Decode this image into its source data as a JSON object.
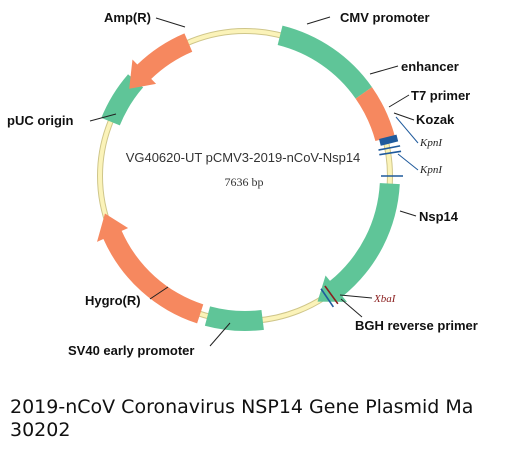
{
  "plasmid": {
    "name": "VG40620-UT pCMV3-2019-nCoV-Nsp14",
    "size_label": "7636 bp",
    "colors": {
      "backbone": "#fbf3b9",
      "backbone_edge": "#cfc68a",
      "orange": "#f6885f",
      "green": "#5fc598",
      "site_blue": "#1f5a9c",
      "xba_red": "#8b1f1f"
    }
  },
  "features": [
    {
      "name": "CMV promoter",
      "label": "CMV promoter",
      "color": "green",
      "start_deg": 14,
      "end_deg": 55,
      "arrow": false
    },
    {
      "name": "enhancer",
      "label": "enhancer",
      "color": "orange",
      "start_deg": 55,
      "end_deg": 75,
      "arrow": false
    },
    {
      "name": "Nsp14",
      "label": "Nsp14",
      "color": "green",
      "start_deg": 93,
      "end_deg": 150,
      "arrow": true
    },
    {
      "name": "SV40 early promoter",
      "label": "SV40 early promoter",
      "color": "green",
      "start_deg": 173,
      "end_deg": 195,
      "arrow": false
    },
    {
      "name": "Hygro(R)",
      "label": "Hygro(R)",
      "color": "orange",
      "start_deg": 198,
      "end_deg": 255,
      "arrow": true
    },
    {
      "name": "pUC origin",
      "label": "pUC origin",
      "color": "green",
      "start_deg": 292,
      "end_deg": 311,
      "arrow": false
    },
    {
      "name": "Amp(R)",
      "label": "Amp(R)",
      "color": "orange",
      "start_deg": 337,
      "end_deg": 307,
      "arrow": true
    }
  ],
  "markers": [
    {
      "name": "T7 primer",
      "label": "T7 primer",
      "type": "bar",
      "deg": 76
    },
    {
      "name": "Kozak",
      "label": "Kozak",
      "type": "tick",
      "deg": 79
    },
    {
      "name": "KpnI-1",
      "label": "KpnI",
      "type": "tick",
      "deg": 81
    },
    {
      "name": "KpnI-2",
      "label": "KpnI",
      "type": "tick",
      "deg": 90
    },
    {
      "name": "XbaI",
      "label": "XbaI",
      "type": "tick",
      "deg": 144
    },
    {
      "name": "BGH reverse primer",
      "label": "BGH reverse primer",
      "type": "tick",
      "deg": 146
    }
  ],
  "caption": {
    "line1": "2019-nCoV Coronavirus NSP14 Gene Plasmid Ma",
    "line2": "30202"
  }
}
